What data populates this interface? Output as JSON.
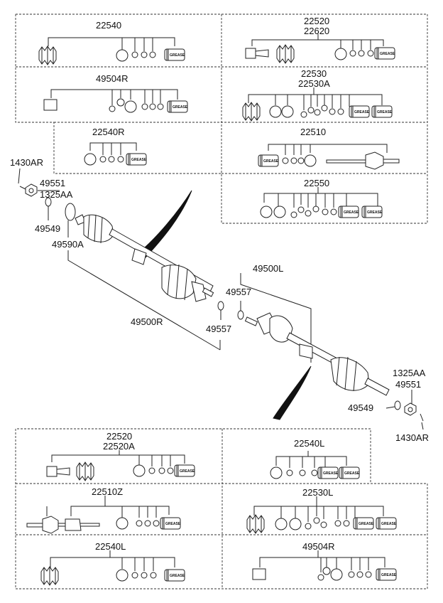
{
  "diagram": {
    "kit_labels": {
      "kit_22540_top": "22540",
      "kit_22520_22620_a": "22520",
      "kit_22520_22620_b": "22620",
      "kit_49504r_top": "49504R",
      "kit_22530_a": "22530",
      "kit_22530_b": "22530A",
      "kit_22540r": "22540R",
      "kit_22510": "22510",
      "kit_22550": "22550",
      "kit_22520_bot_a": "22520",
      "kit_22520_bot_b": "22520A",
      "kit_22540l_mid": "22540L",
      "kit_22510z": "22510Z",
      "kit_22530l": "22530L",
      "kit_22540l_bot": "22540L",
      "kit_49504r_bot": "49504R"
    },
    "part_labels": {
      "p1430ar_left": "1430AR",
      "p49551_left": "49551",
      "p1325aa_left": "1325AA",
      "p49549_left": "49549",
      "p49590a": "49590A",
      "p49500r": "49500R",
      "p49557_right": "49557",
      "p49557_left": "49557",
      "p49500l": "49500L",
      "p1325aa_right": "1325AA",
      "p49551_right": "49551",
      "p49549_right": "49549",
      "p1430ar_right": "1430AR"
    },
    "grease_label": "GREASE"
  }
}
